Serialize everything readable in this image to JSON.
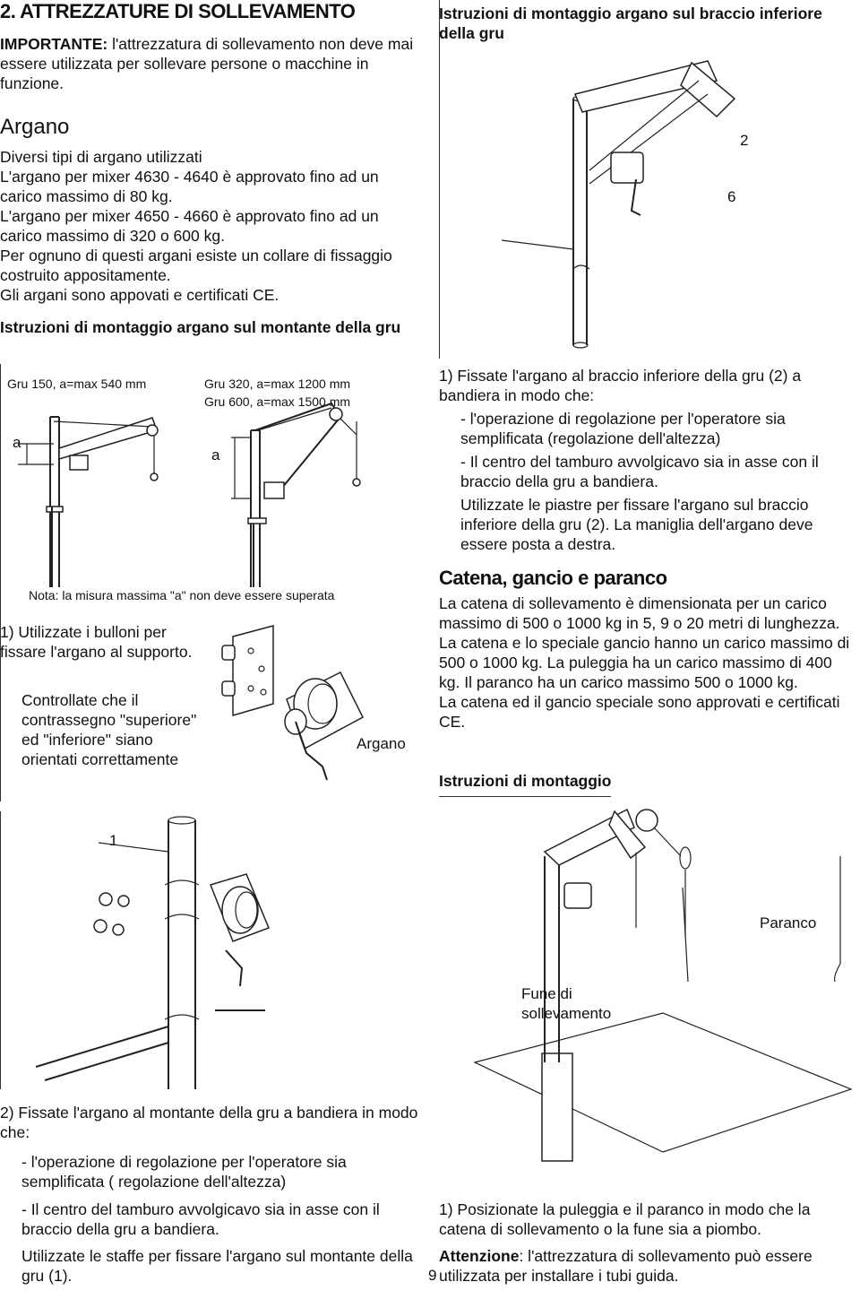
{
  "title": "2. ATTREZZATURE DI SOLLEVAMENTO",
  "important": {
    "label": "IMPORTANTE:",
    "text": " l'attrezzatura di sollevamento non deve mai essere utilizzata per sollevare persone o macchine in funzione."
  },
  "argano": {
    "heading": "Argano",
    "lines": [
      "Diversi tipi di argano utilizzati",
      "L'argano per mixer 4630 - 4640 è approvato fino ad un carico massimo di 80 kg.",
      "L'argano per mixer 4650 - 4660 è approvato fino ad un carico massimo di 320 o 600  kg.",
      "Per ognuno di questi argani esiste un collare di fissaggio costruito appositamente.",
      "Gli argani sono appovati e certificati CE."
    ],
    "mount_heading": "Istruzioni di montaggio argano sul montante della gru"
  },
  "figure_box": {
    "left_caption": "Gru 150, a=max 540 mm",
    "right_caption_1": "Gru 320, a=max 1200 mm",
    "right_caption_2": "Gru 600, a=max 1500 mm",
    "a_label": "a",
    "note": "Nota: la misura massima  \"a\" non deve essere superata"
  },
  "left_steps": {
    "step1": "1) Utilizzate i bulloni per fissare l'argano al supporto.",
    "check": "Controllate che il contrassegno \"superiore\" ed \"inferiore\" siano orientati correttamente",
    "argano_label": "Argano"
  },
  "bottom_left": {
    "fig_label": "1",
    "step2": "2) Fissate l'argano al montante della gru a bandiera in modo che:",
    "b1": "- l'operazione di regolazione per l'operatore sia semplificata ( regolazione dell'altezza)",
    "b2": "- Il centro del  tamburo avvolgicavo sia in asse con il braccio della gru a bandiera.",
    "b3": "Utilizzate le staffe per fissare l'argano sul montante della gru (1)."
  },
  "right_top": {
    "heading": "Istruzioni di montaggio argano sul braccio inferiore della gru",
    "label_2": "2",
    "label_6": "6",
    "step1": "1) Fissate l'argano al braccio inferiore della gru (2) a bandiera in modo che:",
    "b1": "- l'operazione di regolazione per l'operatore sia semplificata (regolazione dell'altezza)",
    "b2": "- Il centro del  tamburo avvolgicavo sia in asse con il braccio della gru a bandiera.",
    "b3": "Utilizzate le piastre per fissare l'argano sul braccio inferiore della gru (2). La maniglia dell'argano deve essere posta a destra."
  },
  "catena": {
    "heading": "Catena, gancio e paranco",
    "text": "La catena di sollevamento è dimensionata per un carico massimo di 500  o 1000 kg in 5, 9 o 20 metri di lunghezza.\nLa catena e lo speciale gancio  hanno un carico massimo di 500  o 1000 kg. La puleggia ha un carico massimo di 400 kg. Il paranco ha un  carico massimo 500 o 1000 kg.\nLa catena ed il gancio speciale sono approvati e certificati CE.",
    "mount_heading": "Istruzioni di montaggio",
    "paranco_label": "Paranco",
    "fune_label": "Fune di sollevamento",
    "step1": "1) Posizionate la puleggia e il paranco  in modo che la catena di sollevamento o la fune sia a piombo.",
    "warning_label": "Attenzione",
    "warning_text": ": l'attrezzatura di sollevamento può essere utilizzata per installare i tubi guida."
  },
  "page_number": "9"
}
